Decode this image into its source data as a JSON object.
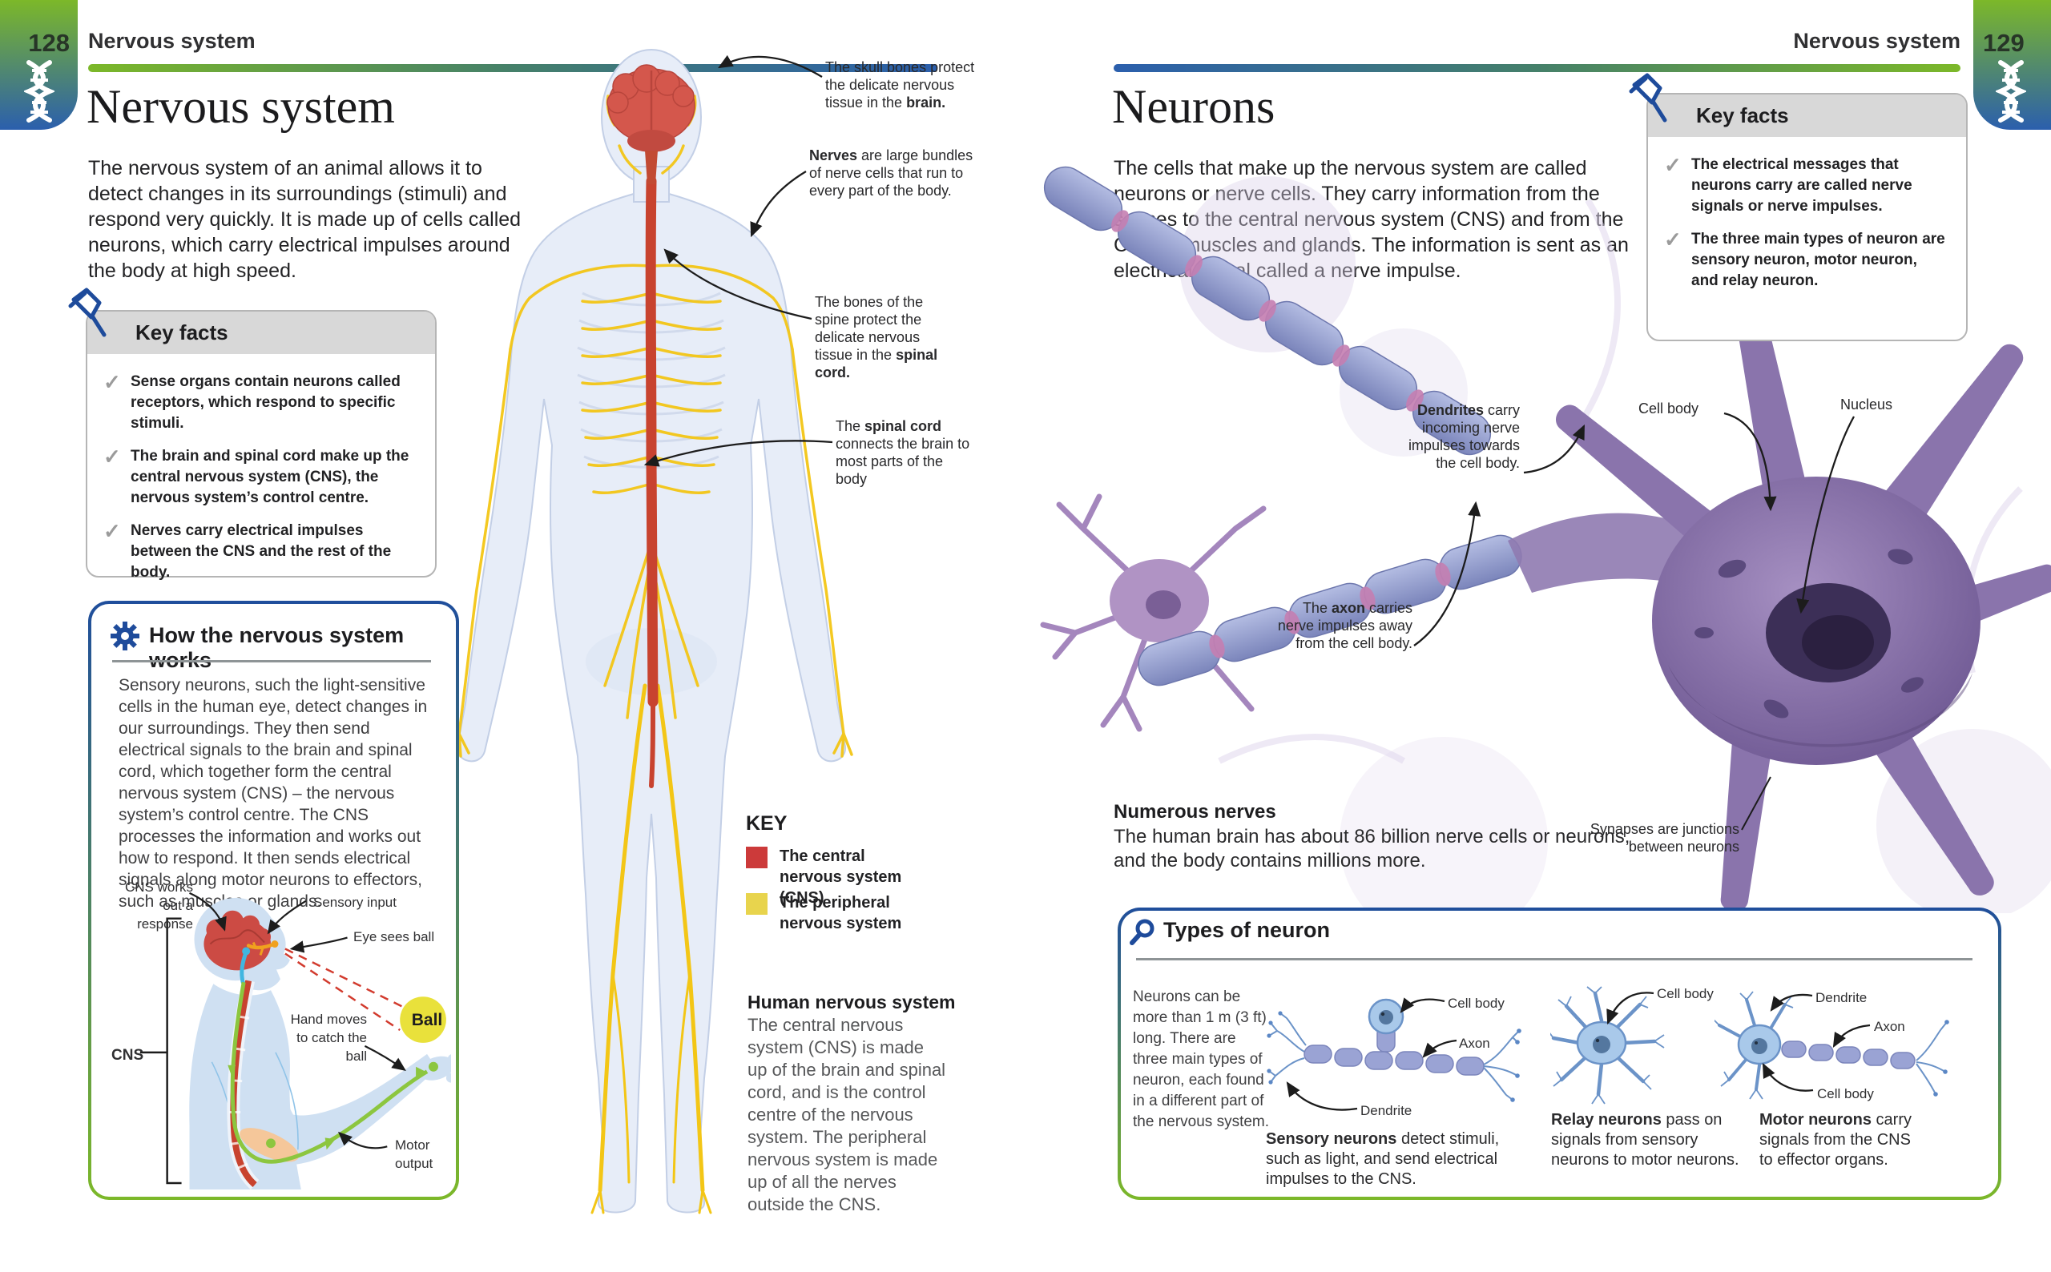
{
  "colors": {
    "accent_green": "#7cb829",
    "accent_blue": "#2b5fad",
    "icon_blue": "#1e4b9b",
    "cns_red": "#c8432f",
    "nerve_yellow": "#f3c616",
    "key_red_swatch": "#cc3a3a",
    "key_yellow_swatch": "#e8d44d",
    "box_header_gray": "#d8d8d8",
    "caption_gray": "#57585a"
  },
  "left": {
    "page_number": "128",
    "section": "Nervous system",
    "title": "Nervous system",
    "intro": "The nervous system of an animal allows it to detect changes in its surroundings (stimuli) and respond very quickly. It is made up of cells called neurons, which carry electrical impulses around the body at high speed.",
    "key_facts": {
      "title": "Key facts",
      "items": [
        "Sense organs contain neurons called receptors, which respond to specific stimuli.",
        "The brain and spinal cord make up the central nervous system (CNS), the nervous system’s control centre.",
        "Nerves carry electrical impulses between the CNS and the rest of the body."
      ]
    },
    "how_box": {
      "title": "How the nervous system works",
      "body": "Sensory neurons, such the light-sensitive cells in the human eye, detect changes in our surroundings. They then send electrical signals to the brain and spinal cord, which together form the central nervous system (CNS) – the nervous system’s control centre. The CNS processes the information and works out how to respond. It then sends electrical signals along motor neurons to effectors, such as muscles or glands.",
      "labels": {
        "cns_works": "CNS works out a response",
        "sensory_input": "Sensory input",
        "eye_sees": "Eye sees ball",
        "ball": "Ball",
        "hand_moves": "Hand moves to catch the ball",
        "cns": "CNS",
        "motor_output": "Motor output"
      }
    },
    "annotations": {
      "skull": {
        "pre": "The skull bones protect the delicate nervous tissue in the ",
        "bold": "brain."
      },
      "nerves": {
        "bold": "Nerves",
        "rest": " are large bundles of nerve cells that run to every part of the body."
      },
      "spine": {
        "pre": "The bones of the spine protect the delicate nervous tissue in the ",
        "bold": "spinal cord."
      },
      "spinal_cord": {
        "pre": "The ",
        "bold": "spinal cord",
        "rest": " connects the brain to most parts of the body"
      }
    },
    "key_legend": {
      "title": "KEY",
      "items": [
        {
          "label": "The central nervous system (CNS)",
          "swatch": "#cc3a3a"
        },
        {
          "label": "The peripheral nervous system",
          "swatch": "#e8d44d"
        }
      ]
    },
    "caption": {
      "title": "Human nervous system",
      "body": "The central nervous system (CNS) is made up of the brain and spinal cord, and is the control centre of the nervous system. The peripheral nervous system is made up of all the nerves outside the CNS."
    }
  },
  "right": {
    "page_number": "129",
    "section": "Nervous system",
    "title": "Neurons",
    "intro": "The cells that make up the nervous system are called neurons or nerve cells. They carry information from the senses to the central nervous system (CNS) and from the CNS to muscles and glands. The information is sent as an electrical signal called a nerve impulse.",
    "key_facts": {
      "title": "Key facts",
      "items": [
        "The electrical messages that neurons carry are called nerve signals or nerve impulses.",
        "The three main types of neuron are sensory neuron, motor neuron, and relay neuron."
      ]
    },
    "annotations": {
      "dendrites": {
        "bold": "Dendrites",
        "rest": " carry incoming nerve impulses towards the cell body."
      },
      "cell_body": "Cell body",
      "nucleus": "Nucleus",
      "axon": {
        "pre": "The ",
        "bold": "axon",
        "rest": " carries nerve impulses away from the cell body."
      },
      "synapses": "Synapses are junctions between neurons"
    },
    "numerous": {
      "title": "Numerous nerves",
      "body": "The human brain has about 86 billion nerve cells or neurons, and the body contains millions more."
    },
    "types_box": {
      "title": "Types of neuron",
      "body": "Neurons can be more than 1 m (3 ft) long. There are three main types of neuron, each found in a different part of the nervous system.",
      "sensory": {
        "labels": {
          "cell_body": "Cell body",
          "axon": "Axon",
          "dendrite": "Dendrite"
        },
        "caption_bold": "Sensory neurons",
        "caption_rest": " detect stimuli, such as light, and send electrical impulses to the CNS."
      },
      "relay": {
        "labels": {
          "cell_body": "Cell body"
        },
        "caption_bold": "Relay neurons",
        "caption_rest": " pass on signals from sensory neurons to motor neurons."
      },
      "motor": {
        "labels": {
          "dendrite": "Dendrite",
          "axon": "Axon",
          "cell_body": "Cell body"
        },
        "caption_bold": "Motor neurons",
        "caption_rest": " carry signals from the CNS to effector organs."
      }
    }
  }
}
